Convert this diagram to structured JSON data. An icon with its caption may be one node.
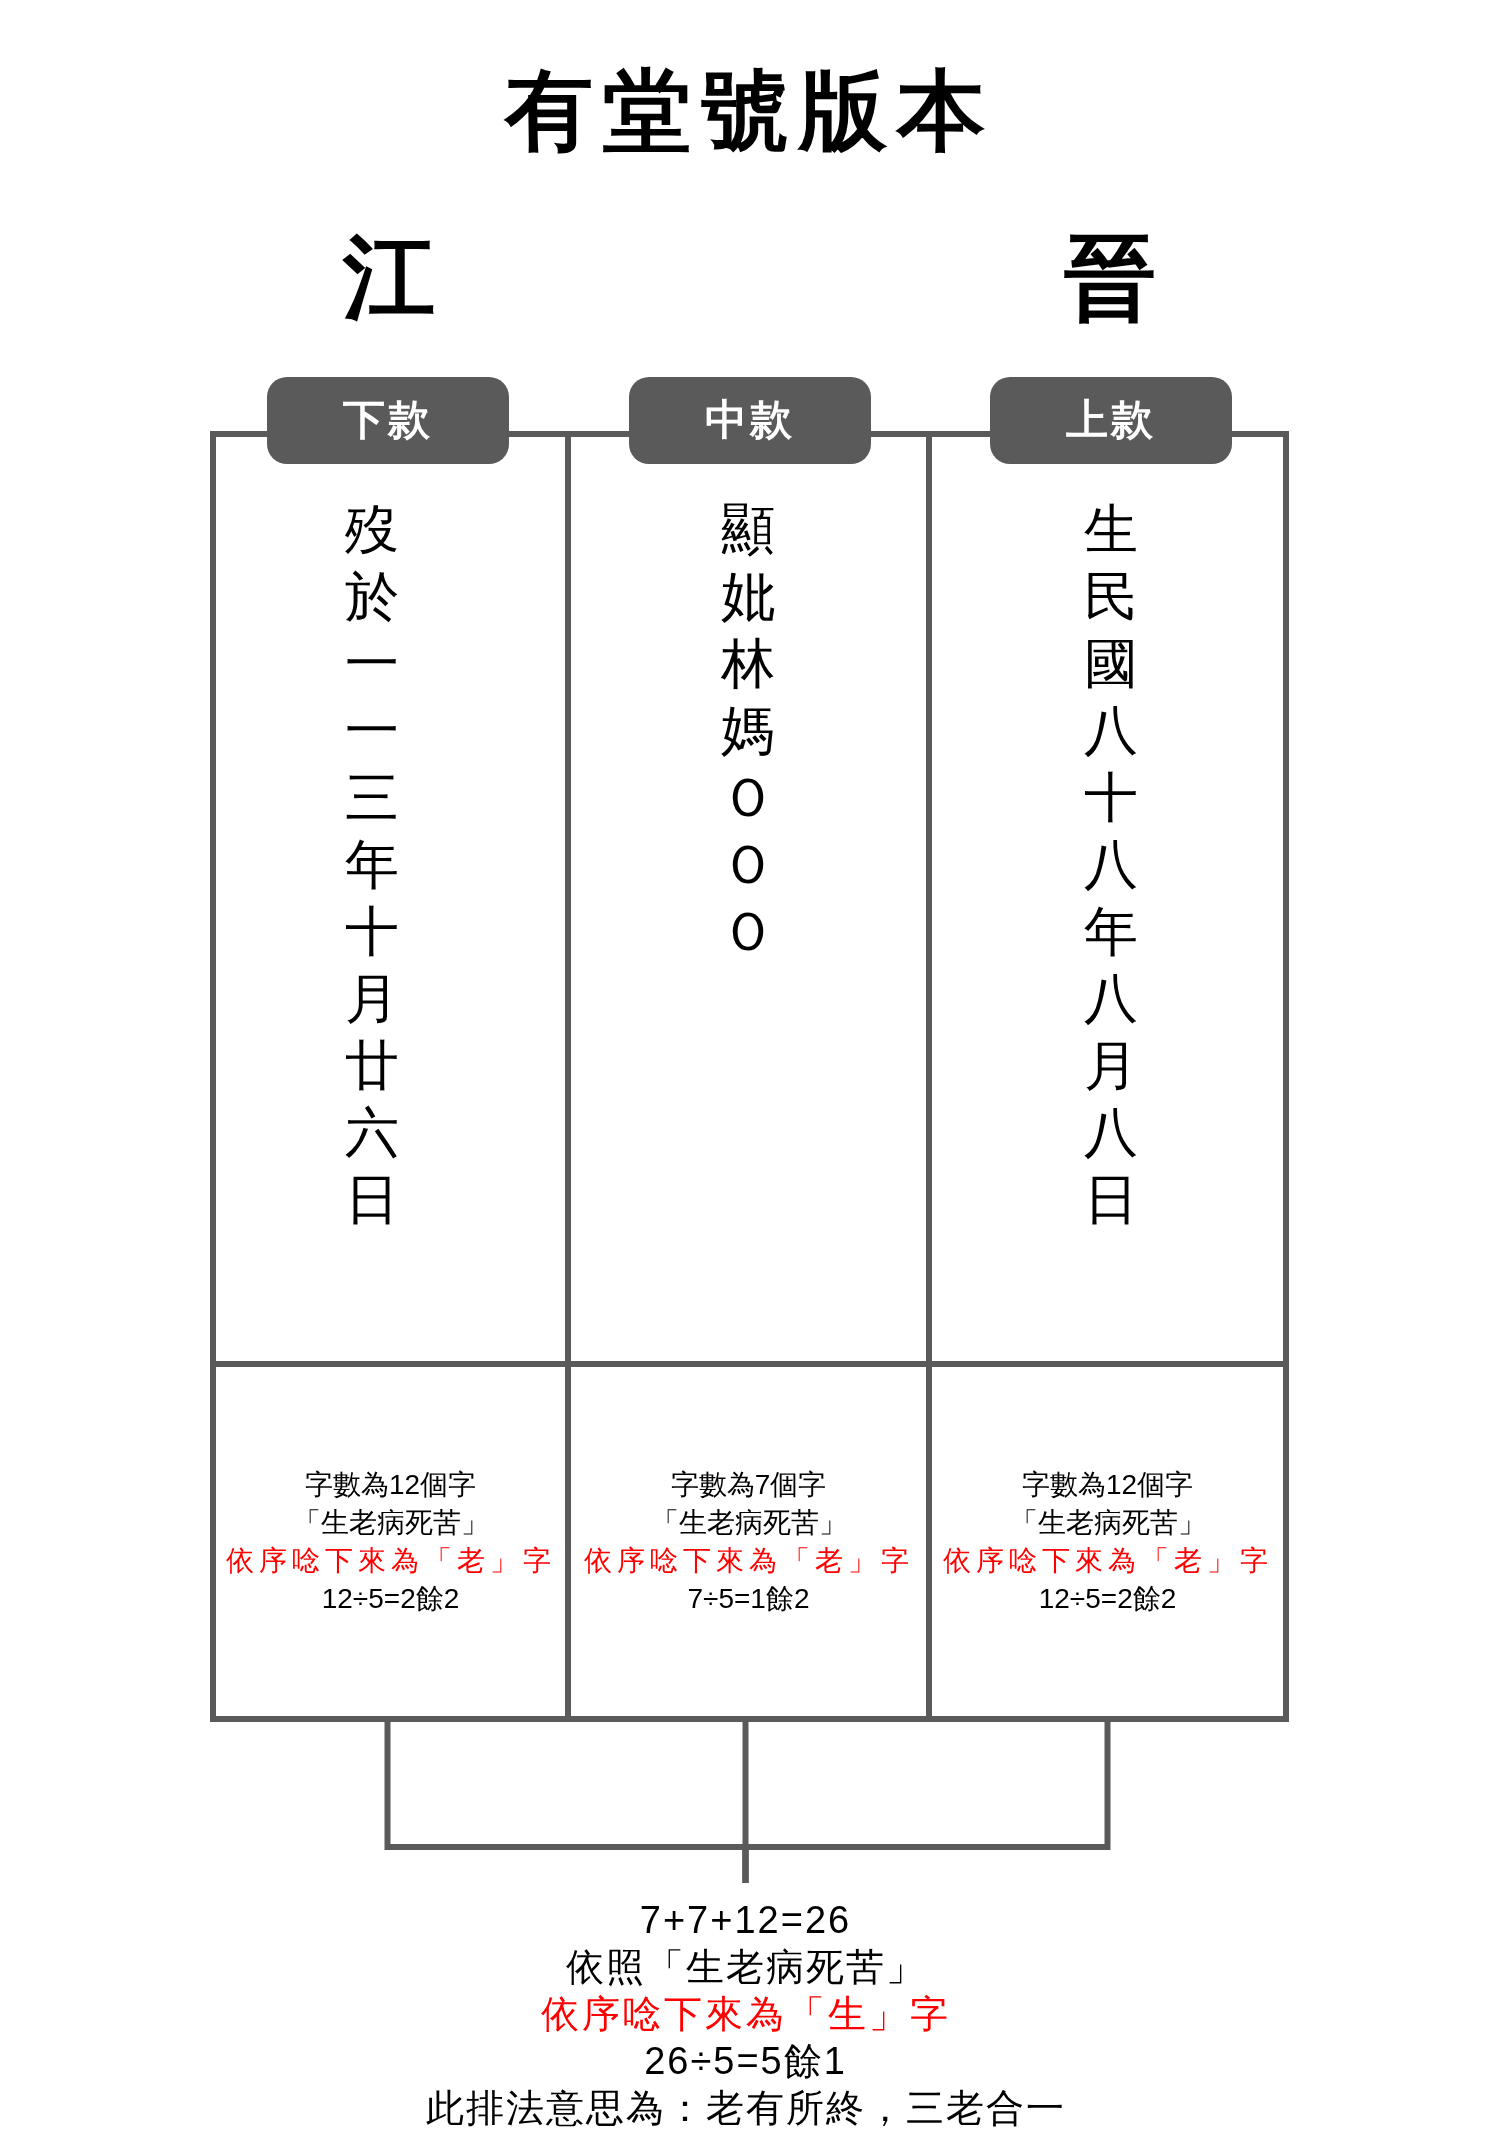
{
  "diagram": {
    "title": "有堂號版本",
    "nodes": [
      {
        "text": [
          "下款"
        ]
      },
      {
        "text": [
          "中款"
        ]
      },
      {
        "text": [
          "上款"
        ]
      },
      {
        "text": [
          "歿於一一三年十月廿六日"
        ]
      },
      {
        "text": [
          "顯妣林媽ＯＯＯ"
        ]
      },
      {
        "text": [
          "生民國八十八年八月八日"
        ]
      },
      {
        "text": [
          "字數為12個字",
          "「生老病死苦」",
          "依序唸下來為「老」字",
          "12÷5=2餘2"
        ]
      },
      {
        "text": [
          "字數為7個字",
          "「生老病死苦」",
          "依序唸下來為「老」字",
          "7÷5=1餘2"
        ]
      },
      {
        "text": [
          "字數為12個字",
          "「生老病死苦」",
          "依序唸下來為「老」字",
          "12÷5=2餘2"
        ]
      },
      {
        "text": [
          "7+7+12=26",
          "依照「生老病死苦」",
          "依序唸下來為「生」字",
          "26÷5=5餘1",
          "此排法意思為：老有所終，三老合一"
        ]
      }
    ],
    "edges": [
      {
        "from": 6,
        "to": 9,
        "arrow": "none"
      },
      {
        "from": 7,
        "to": 9,
        "arrow": "none"
      },
      {
        "from": 8,
        "to": 9,
        "arrow": "none"
      }
    ],
    "labels": [
      "江",
      "晉"
    ]
  }
}
